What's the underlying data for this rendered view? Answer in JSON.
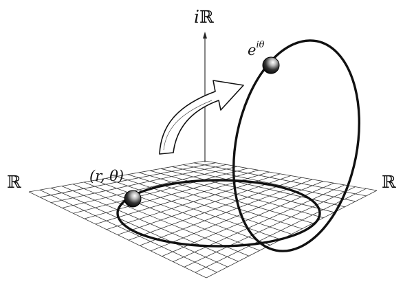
{
  "labels": {
    "real_left": "ℝ",
    "real_right": "ℝ",
    "imag_prefix": "i",
    "imag_symbol": "ℝ",
    "polar_point": "(r, θ)",
    "exp_base": "e",
    "exp_power": "iθ"
  },
  "colors": {
    "ink": "#111111",
    "grid": "#333333",
    "background": "#ffffff"
  },
  "icons": {
    "arrow": "curved-transform-arrow",
    "ball": "sphere-point"
  }
}
